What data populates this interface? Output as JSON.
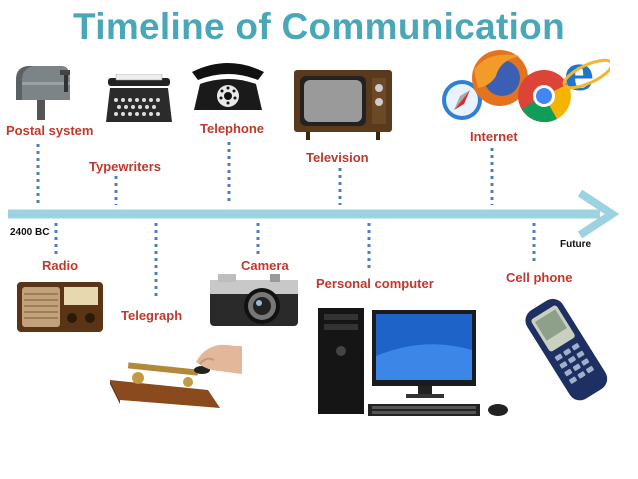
{
  "title": "Timeline of Communication",
  "start_label": "2400 BC",
  "end_label": "Future",
  "colors": {
    "title": "#4aa7b8",
    "labels": "#c0392b",
    "axis": "#9dd3e0",
    "connector": "#4a7fc1"
  },
  "events_above": [
    {
      "label": "Postal system",
      "icon": "mailbox-icon"
    },
    {
      "label": "Typewriters",
      "icon": "typewriter-icon"
    },
    {
      "label": "Telephone",
      "icon": "rotary-phone-icon"
    },
    {
      "label": "Television",
      "icon": "television-icon"
    },
    {
      "label": "Internet",
      "icon": "browser-logos-icon"
    }
  ],
  "events_below": [
    {
      "label": "Radio",
      "icon": "radio-icon"
    },
    {
      "label": "Telegraph",
      "icon": "telegraph-key-icon"
    },
    {
      "label": "Camera",
      "icon": "camera-icon"
    },
    {
      "label": "Personal computer",
      "icon": "desktop-computer-icon"
    },
    {
      "label": "Cell phone",
      "icon": "cell-phone-icon"
    }
  ]
}
